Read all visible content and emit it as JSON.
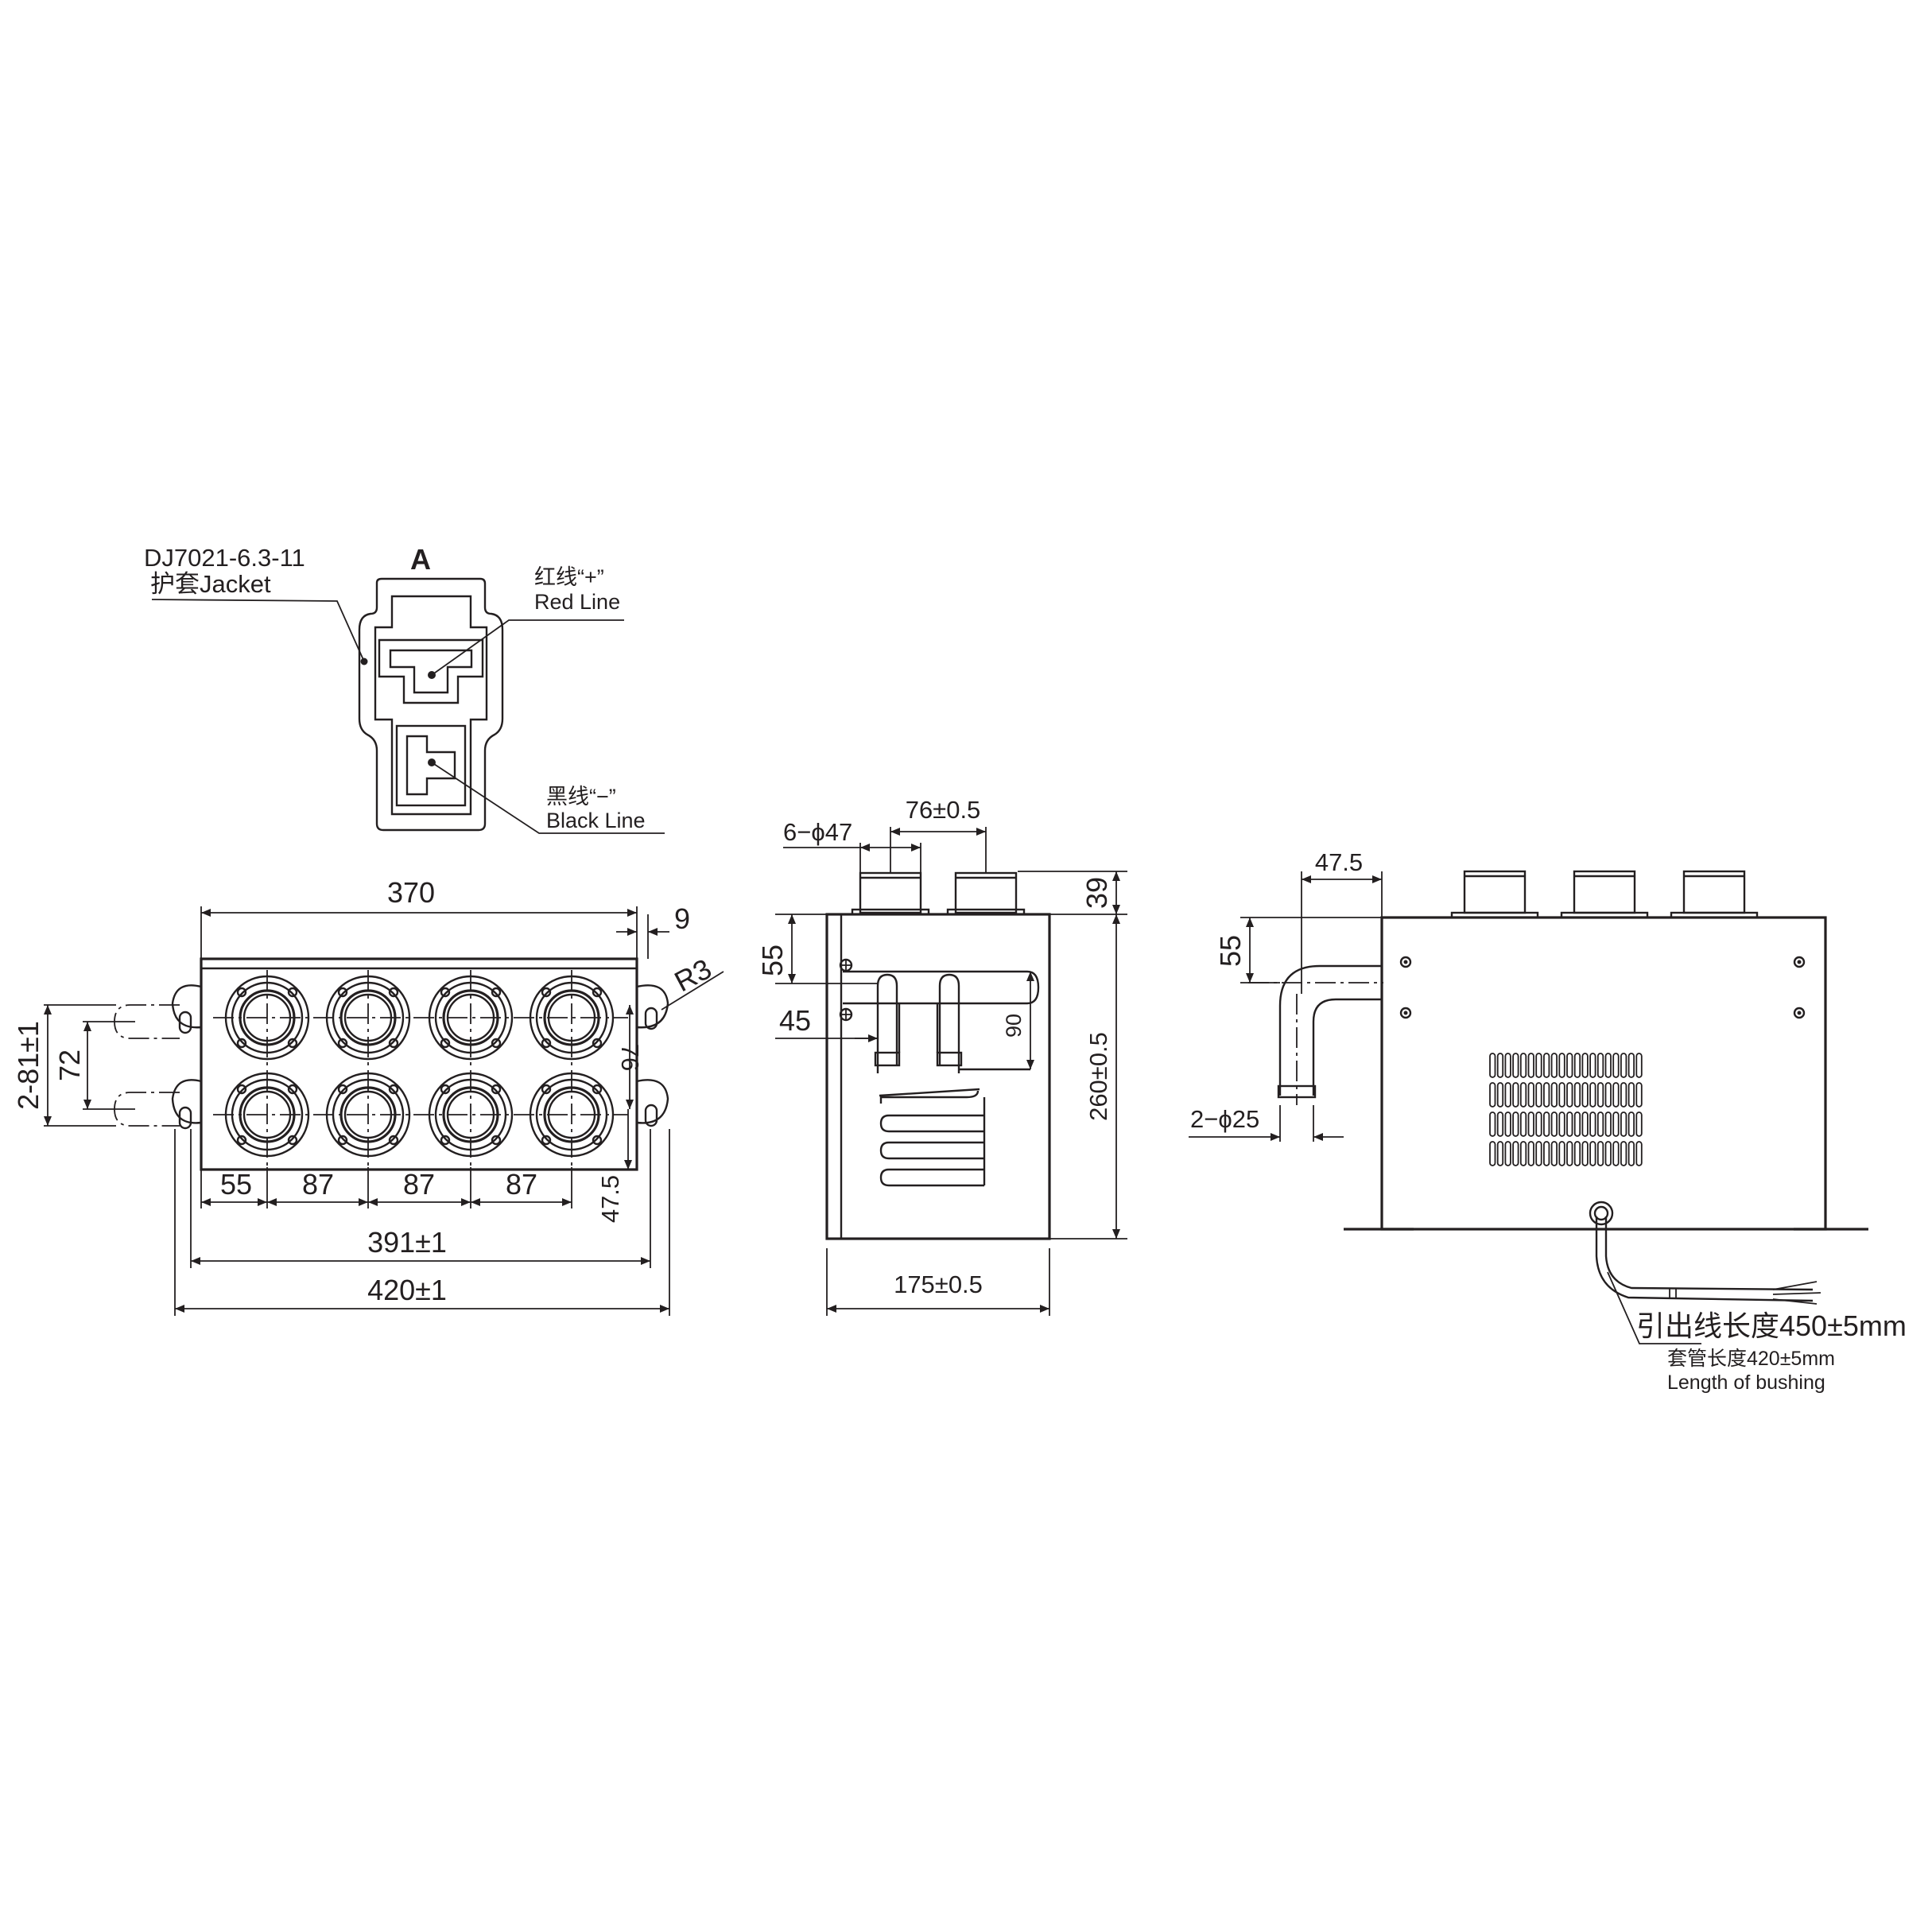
{
  "detail": {
    "connector_model": "DJ7021-6.3-11",
    "jacket_label": "护套Jacket",
    "view_label": "A",
    "red_line_cn": "红线“+”",
    "red_line_en": "Red Line",
    "black_line_cn": "黑线“−”",
    "black_line_en": "Black Line"
  },
  "front_view": {
    "width_370": "370",
    "dim_9": "9",
    "radius": "R3",
    "slot_spacing": "2-81±1",
    "pitch_vertical": "72",
    "row_spacing": "76",
    "edge_offset": "47.5",
    "col_first": "55",
    "col_pitch_1": "87",
    "col_pitch_2": "87",
    "col_pitch_3": "87",
    "mount_width": "391±1",
    "overall_width": "420±1"
  },
  "side_view": {
    "port_pitch": "76±0.5",
    "port_holes": "6−ϕ47",
    "port_height": "39",
    "dim_55": "55",
    "dim_45": "45",
    "dim_90": "90",
    "height": "260±0.5",
    "depth": "175±0.5"
  },
  "rear_view": {
    "pipe_offset": "47.5",
    "pipe_rise": "55",
    "pipe_dia": "2−ϕ25",
    "lead_length": "引出线长度450±5mm",
    "bushing_length_cn": "套管长度420±5mm",
    "bushing_length_en": "Length of bushing"
  }
}
